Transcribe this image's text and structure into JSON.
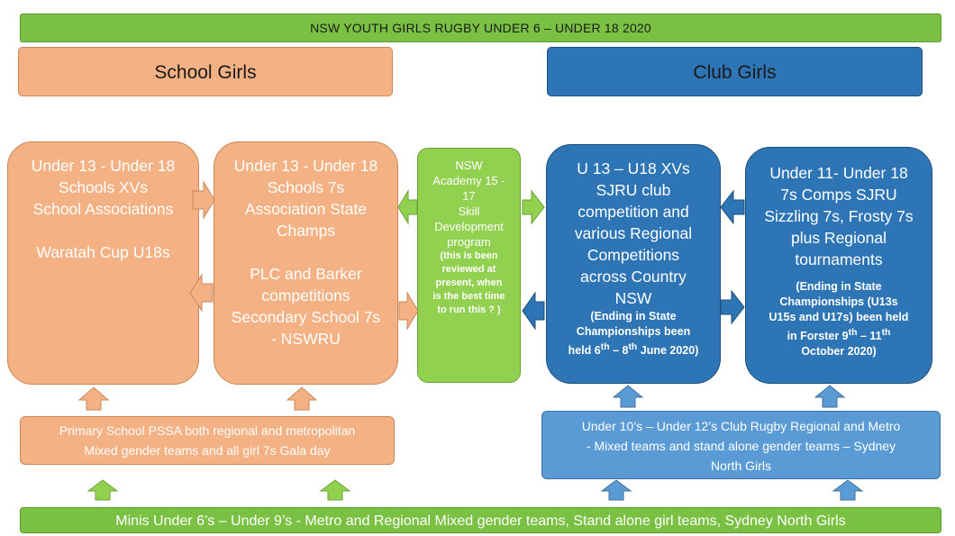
{
  "banner": "NSW YOUTH GIRLS RUGBY UNDER 6 – UNDER 18 2020",
  "headers": {
    "school": "School Girls",
    "club": "Club Girls"
  },
  "school_xvs": {
    "lines": [
      "Under 13 - Under 18",
      "Schools XVs",
      "School Associations"
    ],
    "cup": "Waratah Cup U18s"
  },
  "school_7s": {
    "lines": [
      "Under 13 - Under 18",
      "Schools 7s",
      "Association State",
      "Champs"
    ],
    "lines2": [
      "PLC and Barker",
      "competitions",
      "Secondary School 7s",
      "- NSWRU"
    ]
  },
  "academy": {
    "lines": [
      "NSW",
      "Academy 15 -",
      "17",
      "Skill",
      "Development",
      "program"
    ],
    "note": [
      "(this is been",
      "reviewed at",
      "present, when",
      "is the best time",
      "to run this ? )"
    ]
  },
  "club_xvs": {
    "lines": [
      "U 13 – U18  XVs",
      "SJRU club",
      "competition  and",
      "various Regional",
      "Competitions",
      "across Country",
      "NSW"
    ],
    "note_a": "(Ending in State",
    "note_b": "Championships been",
    "note_c1": "held 6",
    "note_c_sup1": "th",
    "note_c2": " – 8",
    "note_c_sup2": "th",
    "note_c3": "  June 2020)"
  },
  "club_7s": {
    "lines": [
      "Under 11- Under 18",
      "7s Comps SJRU",
      "Sizzling 7s, Frosty 7s",
      "plus Regional",
      "tournaments"
    ],
    "note_a": "(Ending in State",
    "note_b": "Championships (U13s",
    "note_c": "U15s and U17s) been held",
    "note_d1": "in Forster 9",
    "note_d_sup1": "th",
    "note_d2": " – 11",
    "note_d_sup2": "th",
    "note_e": "October 2020)"
  },
  "primary": [
    "Primary School PSSA both regional and metropolitan",
    "Mixed gender teams and all girl 7s Gala day"
  ],
  "club_junior": [
    "Under  10’s – Under 12’s Club Rugby Regional and Metro",
    "- Mixed teams and stand alone gender teams – Sydney",
    "North Girls"
  ],
  "minis": "Minis Under 6’s – Under 9’s - Metro and Regional Mixed gender teams, Stand alone girl teams, Sydney North Girls",
  "colors": {
    "green": "#92d050",
    "banner_green": "#7ac143",
    "orange": "#f4b183",
    "blue": "#2e75b6",
    "light_blue": "#5b9bd5"
  }
}
